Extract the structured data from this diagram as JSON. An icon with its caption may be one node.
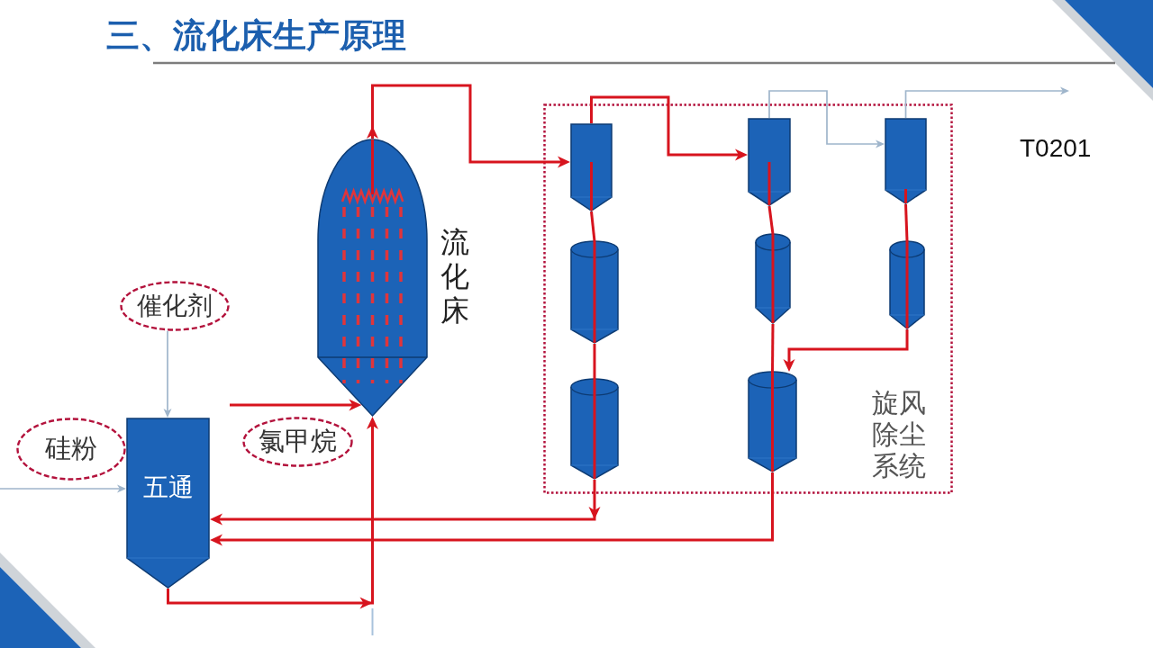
{
  "diagram": {
    "title": "三、流化床生产原理",
    "nodes": [
      {
        "text": [
          "催化剂"
        ]
      },
      {
        "text": [
          "硅粉"
        ]
      },
      {
        "text": [
          "五通"
        ]
      },
      {
        "text": [
          "氯甲烷"
        ]
      },
      {
        "text": [],
        "shape": "vessel",
        "beside": [
          "流化床"
        ]
      },
      {
        "text": [
          "旋风除尘系统"
        ]
      },
      {
        "text": [],
        "shape": "funnel",
        "in": 5
      },
      {
        "text": [],
        "shape": "funnel",
        "in": 5
      },
      {
        "text": [],
        "shape": "funnel",
        "in": 5
      },
      {
        "text": [],
        "shape": "cylinder",
        "in": 5
      },
      {
        "text": [],
        "shape": "cylinder",
        "in": 5
      },
      {
        "text": [],
        "shape": "cylinder",
        "in": 5
      },
      {
        "text": [],
        "shape": "cylinder",
        "in": 5
      },
      {
        "text": [],
        "shape": "cylinder",
        "in": 5
      }
    ],
    "edges": [
      {
        "from": 0,
        "to": 2,
        "arrow": "to",
        "color": "#9fb5cb"
      },
      {
        "from": null,
        "to": 2,
        "arrow": "to",
        "color": "#9fb5cb"
      },
      {
        "from": 2,
        "to": 4,
        "arrow": "to"
      },
      {
        "from": null,
        "to": 4,
        "arrow": "to"
      },
      {
        "from": 4,
        "to": 6,
        "arrow": "to"
      },
      {
        "from": 6,
        "to": 7,
        "arrow": "to"
      },
      {
        "from": 7,
        "to": 8,
        "arrow": "to",
        "color": "#9fb5cb"
      },
      {
        "from": 8,
        "to": null,
        "arrow": "to",
        "color": "#9fb5cb"
      },
      {
        "from": 6,
        "to": 9,
        "arrow": "none"
      },
      {
        "from": 9,
        "to": 12,
        "arrow": "none"
      },
      {
        "from": 12,
        "to": 2,
        "arrow": "to"
      },
      {
        "from": 7,
        "to": 10,
        "arrow": "none"
      },
      {
        "from": 10,
        "to": 13,
        "arrow": "none"
      },
      {
        "from": 13,
        "to": 2,
        "arrow": "to"
      },
      {
        "from": 8,
        "to": 11,
        "arrow": "none"
      },
      {
        "from": 11,
        "to": 13,
        "arrow": "to"
      }
    ],
    "labels": [
      "T0201"
    ]
  }
}
